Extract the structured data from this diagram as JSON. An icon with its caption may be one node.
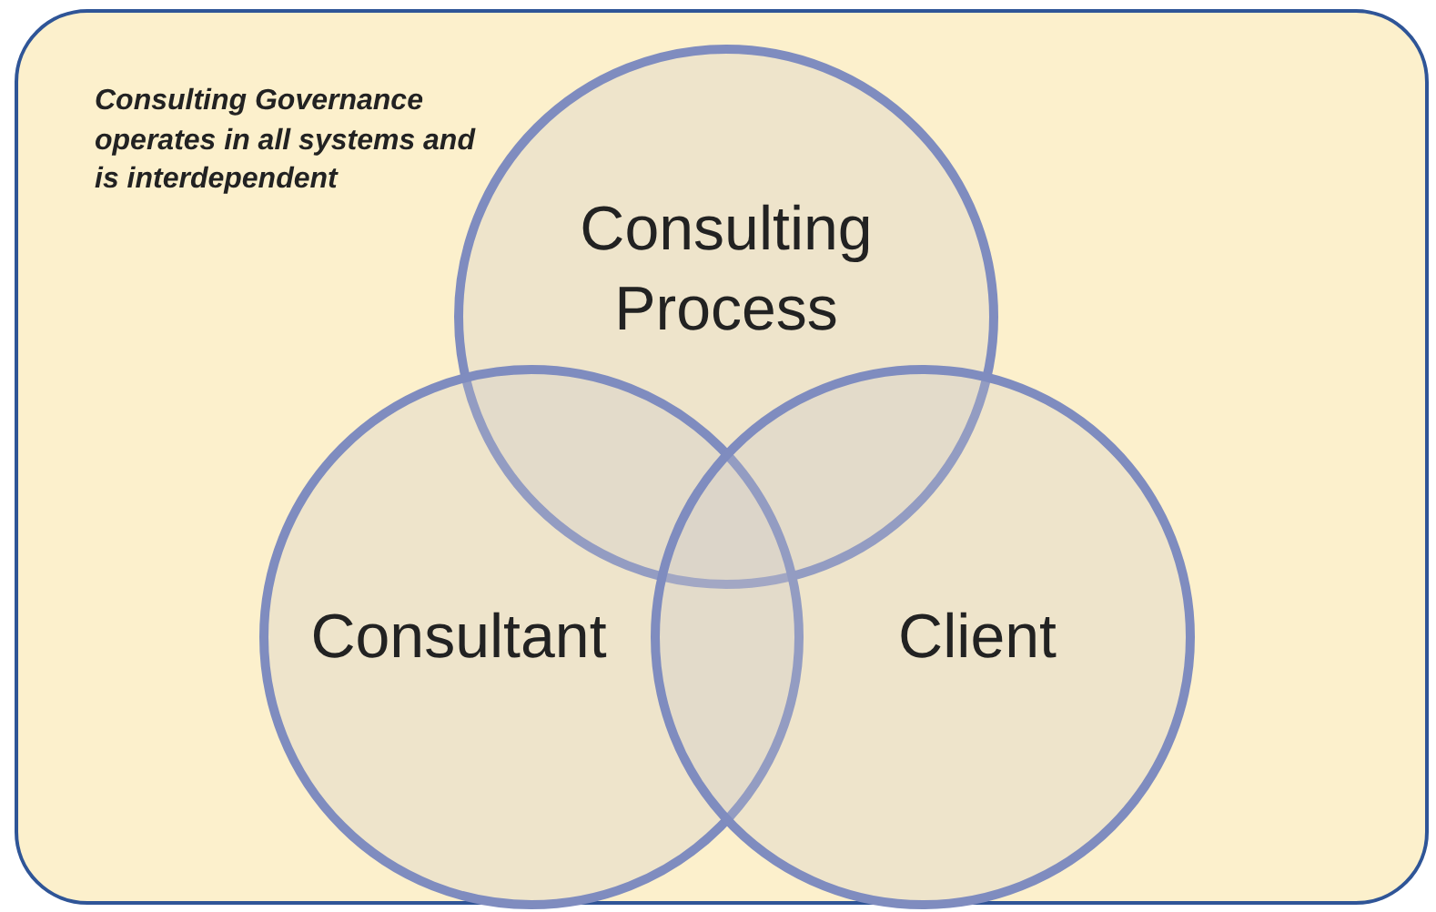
{
  "diagram": {
    "nodes": [
      {
        "text": [
          "Consulting Governance operates in all systems and is interdependent"
        ]
      },
      {
        "text": [
          "Consulting Process"
        ],
        "in": 0
      },
      {
        "text": [
          "Consultant"
        ],
        "in": 0
      },
      {
        "text": [
          "Client"
        ],
        "in": 0
      }
    ]
  }
}
